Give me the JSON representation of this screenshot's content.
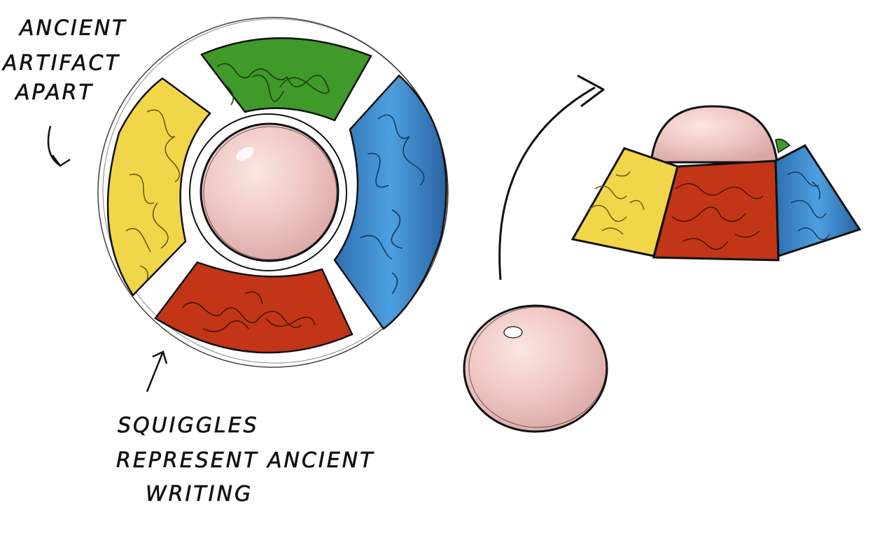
{
  "notes": {
    "artifact_title_line1": "ANCIENT",
    "artifact_title_line2": "ARTIFACT",
    "artifact_title_line3": "APART",
    "squiggles_line1": "SQUIGGLES",
    "squiggles_line2": "REPRESENT ANCIENT",
    "squiggles_line3": "WRITING"
  },
  "colors": {
    "green": "#3f9a2a",
    "blue": "#3d8fd1",
    "yellow": "#f2d64a",
    "red": "#c23617",
    "orb": "#f0c8c4",
    "ink": "#111111"
  }
}
